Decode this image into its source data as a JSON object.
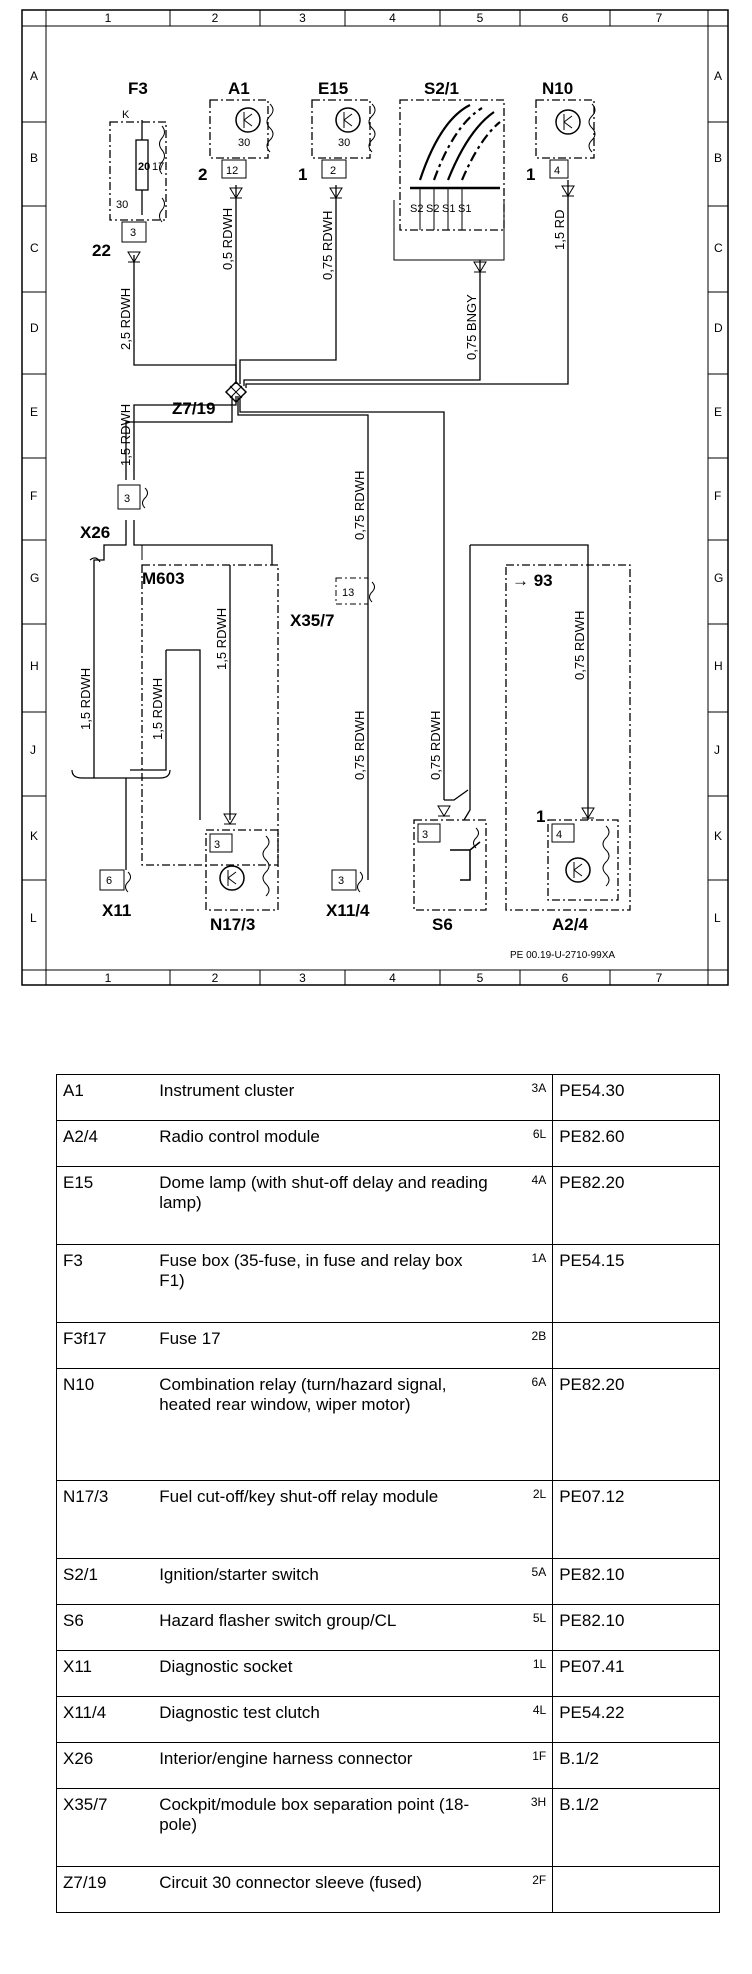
{
  "diagram": {
    "columns": [
      "1",
      "2",
      "3",
      "4",
      "5",
      "6",
      "7"
    ],
    "rows": [
      "A",
      "B",
      "C",
      "D",
      "E",
      "F",
      "G",
      "H",
      "J",
      "K",
      "L"
    ],
    "footer_code": "PE 00.19-U-2710-99XA",
    "components": {
      "F3": "F3",
      "A1": "A1",
      "E15": "E15",
      "S2_1": "S2/1",
      "N10": "N10",
      "Z7_19": "Z7/19",
      "X26": "X26",
      "M603": "M603",
      "X35_7": "X35/7",
      "X11": "X11",
      "N17_3": "N17/3",
      "X11_4": "X11/4",
      "S6": "S6",
      "A2_4": "A2/4",
      "arrow_93": "→ 93"
    },
    "pins": {
      "f3_k": "K",
      "f3_20": "20",
      "f3_17": "17",
      "f3_30": "30",
      "f3_3": "3",
      "f3_22": "22",
      "a1_30": "30",
      "a1_12": "12",
      "a1_2": "2",
      "e15_30": "30",
      "e15_2": "2",
      "e15_1": "1",
      "s2_s2a": "S2",
      "s2_s2b": "S2",
      "s2_s1a": "S1",
      "s2_s1b": "S1",
      "n10_4": "4",
      "n10_1": "1",
      "x26_3": "3",
      "x35_13": "13",
      "n17_3": "3",
      "x11_6": "6",
      "x114_3": "3",
      "s6_3": "3",
      "a24_4": "4",
      "a24_1": "1"
    },
    "wires": {
      "w_f3": "2,5 RDWH",
      "w_a1": "0,5 RDWH",
      "w_e15": "0,75 RDWH",
      "w_s21": "0,75 BNGY",
      "w_n10": "1,5 RD",
      "w_x26": "1,5 RDWH",
      "w_x357": "0,75 RDWH",
      "w_x114": "0,75 RDWH",
      "w_s6": "0,75 RDWH",
      "w_a24": "0,75 RDWH",
      "w_m603a": "1,5 RDWH",
      "w_m603b": "1,5 RDWH",
      "w_x11": "1,5 RDWH"
    }
  },
  "legend": [
    {
      "code": "A1",
      "desc": "Instrument cluster",
      "grid": "3A",
      "ref": "PE54.30"
    },
    {
      "code": "A2/4",
      "desc": "Radio control module",
      "grid": "6L",
      "ref": "PE82.60"
    },
    {
      "code": "E15",
      "desc": "Dome lamp (with shut-off delay and reading lamp)",
      "grid": "4A",
      "ref": "PE82.20"
    },
    {
      "code": "F3",
      "desc": "Fuse box (35-fuse, in fuse and relay box F1)",
      "grid": "1A",
      "ref": "PE54.15"
    },
    {
      "code": "F3f17",
      "desc": "Fuse 17",
      "grid": "2B",
      "ref": ""
    },
    {
      "code": "N10",
      "desc": "Combination relay (turn/hazard signal,\nheated rear window, wiper motor)",
      "grid": "6A",
      "ref": "PE82.20"
    },
    {
      "code": "N17/3",
      "desc": "Fuel cut-off/key shut-off relay module",
      "grid": "2L",
      "ref": "PE07.12"
    },
    {
      "code": "S2/1",
      "desc": "Ignition/starter switch",
      "grid": "5A",
      "ref": "PE82.10"
    },
    {
      "code": "S6",
      "desc": "Hazard flasher switch group/CL",
      "grid": "5L",
      "ref": "PE82.10"
    },
    {
      "code": "X11",
      "desc": "Diagnostic socket",
      "grid": "1L",
      "ref": "PE07.41"
    },
    {
      "code": "X11/4",
      "desc": "Diagnostic test clutch",
      "grid": "4L",
      "ref": "PE54.22"
    },
    {
      "code": "X26",
      "desc": "Interior/engine harness connector",
      "grid": "1F",
      "ref": "B.1/2"
    },
    {
      "code": "X35/7",
      "desc": "Cockpit/module box separation point (18-pole)",
      "grid": "3H",
      "ref": "B.1/2"
    },
    {
      "code": "Z7/19",
      "desc": "Circuit 30 connector sleeve (fused)",
      "grid": "2F",
      "ref": ""
    }
  ]
}
